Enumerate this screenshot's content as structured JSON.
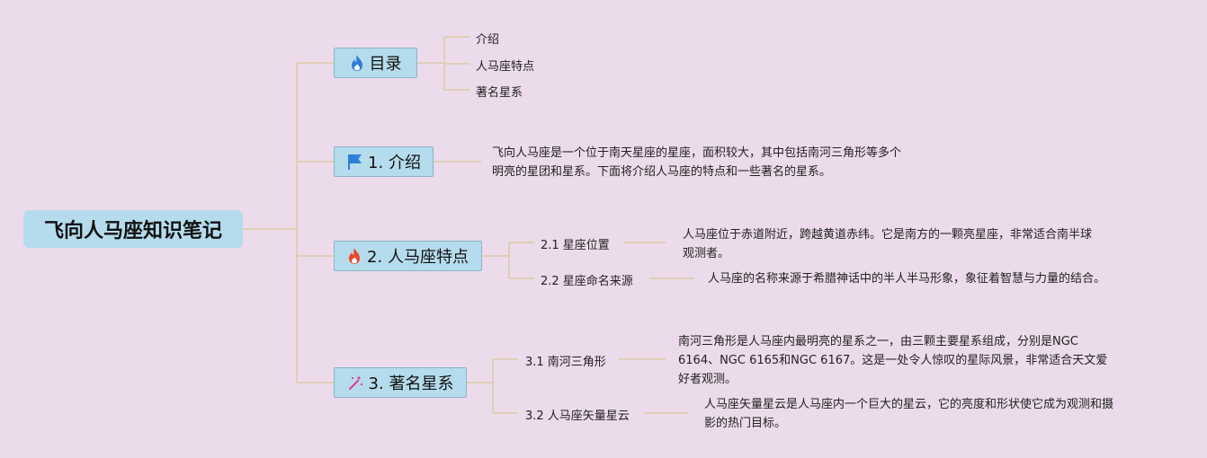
{
  "root": {
    "title": "飞向人马座知识笔记"
  },
  "branches": [
    {
      "label": "目录",
      "icon": "fire-icon",
      "children": [
        "介绍",
        "人马座特点",
        "著名星系"
      ]
    },
    {
      "label": "1. 介绍",
      "icon": "flag-icon",
      "text_lines": [
        "飞向人马座是一个位于南天星座的星座，面积较大，其中包括南河三角形等多个",
        "明亮的星团和星系。下面将介绍人马座的特点和一些著名的星系。"
      ]
    },
    {
      "label": "2. 人马座特点",
      "icon": "fire-icon",
      "subtopics": [
        {
          "label": "2.1 星座位置",
          "text_lines": [
            "人马座位于赤道附近，跨越黄道赤纬。它是南方的一颗亮星座，非常适合南半球",
            "观测者。"
          ]
        },
        {
          "label": "2.2 星座命名来源",
          "text_lines": [
            "人马座的名称来源于希腊神话中的半人半马形象，象征着智慧与力量的结合。"
          ]
        }
      ]
    },
    {
      "label": "3. 著名星系",
      "icon": "magic-wand-icon",
      "subtopics": [
        {
          "label": "3.1 南河三角形",
          "text_lines": [
            "南河三角形是人马座内最明亮的星系之一，由三颗主要星系组成，分别是NGC",
            "6164、NGC 6165和NGC 6167。这是一处令人惊叹的星际风景，非常适合天文爱",
            "好者观测。"
          ]
        },
        {
          "label": "3.2 人马座矢量星云",
          "text_lines": [
            "人马座矢量星云是人马座内一个巨大的星云，它的亮度和形状使它成为观测和摄",
            "影的热门目标。"
          ]
        }
      ]
    }
  ],
  "colors": {
    "background": "#ecdbea",
    "node_fill": "#b5dcec",
    "connector": "#dcc9a6",
    "fire_icon": "#2f7fd6",
    "fire_icon_red": "#e8452b",
    "flag_icon": "#2f7fd6",
    "wand_icon": "#e4388a"
  }
}
